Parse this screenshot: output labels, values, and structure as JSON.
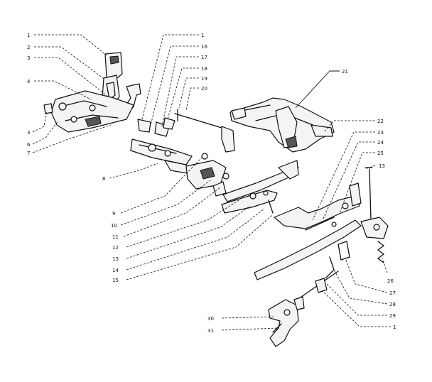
{
  "callouts": {
    "c1a": "1",
    "c2": "2",
    "c3a": "3",
    "c4": "4",
    "c3b": "3",
    "c6": "6",
    "c7": "7",
    "c8": "8",
    "c1b": "1",
    "c16": "16",
    "c17": "17",
    "c18": "18",
    "c19": "19",
    "c20": "20",
    "c21": "21",
    "c9": "9",
    "c10": "10",
    "c11": "11",
    "c12": "12",
    "c13a": "13",
    "c14": "14",
    "c15": "15",
    "c22": "22",
    "c23": "23",
    "c24": "24",
    "c25": "25",
    "c13b": "13",
    "c26": "26",
    "c27": "27",
    "c28": "28",
    "c29": "29",
    "c1c": "1",
    "c30": "30",
    "c31": "31"
  }
}
